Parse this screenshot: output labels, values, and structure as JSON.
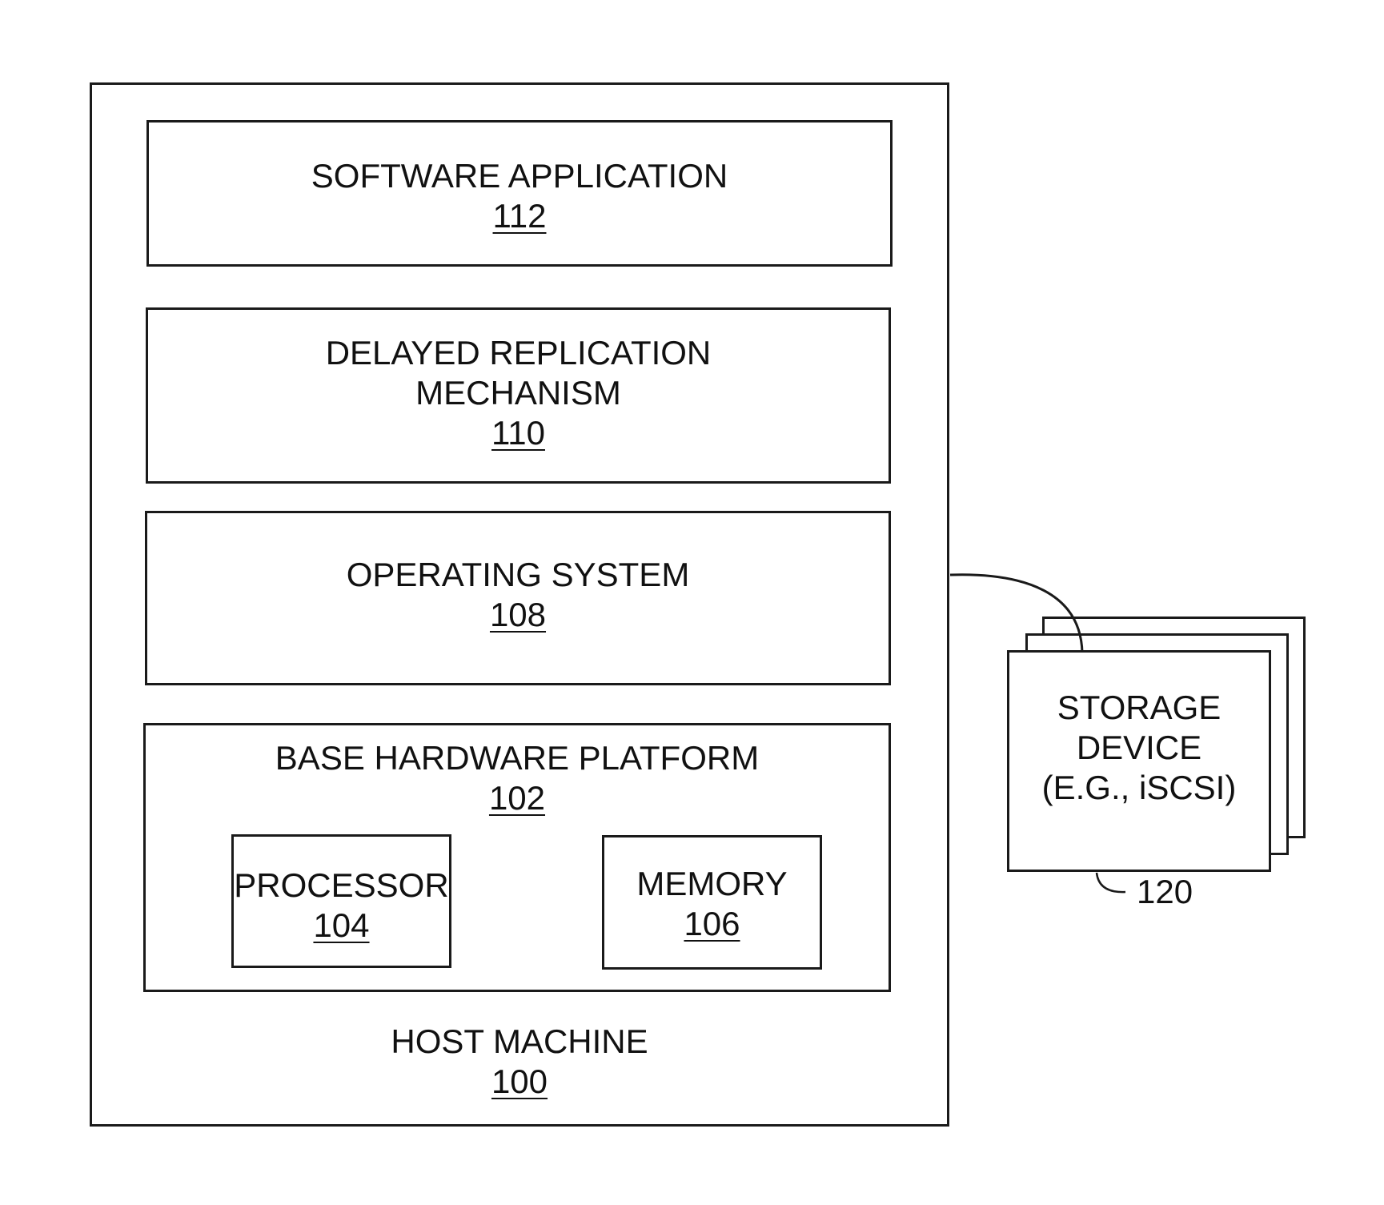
{
  "host_machine": {
    "title": "HOST MACHINE",
    "ref": "100"
  },
  "software_application": {
    "title": "SOFTWARE APPLICATION",
    "ref": "112"
  },
  "delayed_replication": {
    "title_line1": "DELAYED REPLICATION",
    "title_line2": "MECHANISM",
    "ref": "110"
  },
  "operating_system": {
    "title": "OPERATING SYSTEM",
    "ref": "108"
  },
  "base_hardware_platform": {
    "title": "BASE HARDWARE PLATFORM",
    "ref": "102"
  },
  "processor": {
    "title": "PROCESSOR",
    "ref": "104"
  },
  "memory": {
    "title": "MEMORY",
    "ref": "106"
  },
  "storage_device": {
    "title_line1": "STORAGE",
    "title_line2": "DEVICE",
    "title_line3": "(E.G., iSCSI)",
    "ref": "120"
  }
}
